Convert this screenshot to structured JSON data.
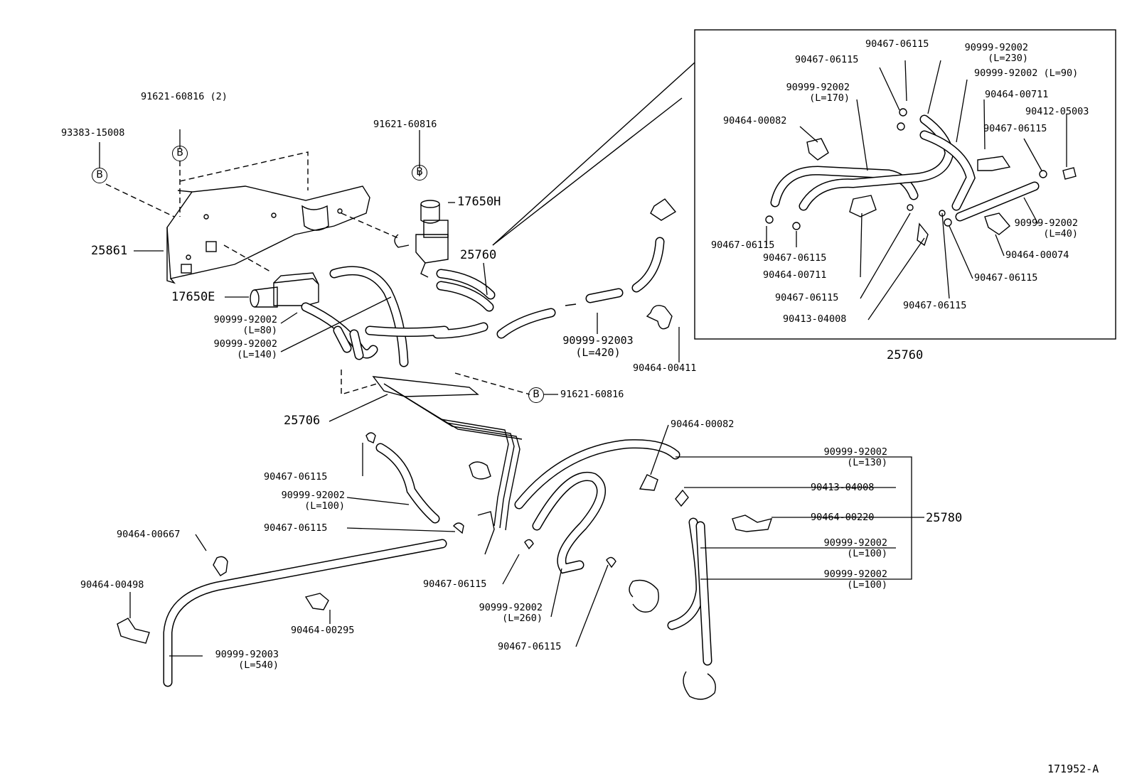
{
  "labels": {
    "p93383_15008": "93383-15008",
    "p91621_60816_2": "91621-60816 (2)",
    "p91621_60816_top": "91621-60816",
    "p17650H": "17650H",
    "p25861": "25861",
    "p25760_main": "25760",
    "p17650E": "17650E",
    "h1_part": "90999-92002",
    "h1_len": "(L=80)",
    "h2_part": "90999-92002",
    "h2_len": "(L=140)",
    "h3_part": "90999-92003",
    "h3_len": "(L=420)",
    "p90464_00411": "90464-00411",
    "p91621_60816_mid": "91621-60816",
    "p25706": "25706",
    "p90464_00082_mid": "90464-00082",
    "c1": "90467-06115",
    "h4_part": "90999-92002",
    "h4_len": "(L=100)",
    "c2": "90467-06115",
    "p90464_00667": "90464-00667",
    "p90464_00498": "90464-00498",
    "p90464_00295": "90464-00295",
    "h5_part": "90999-92003",
    "h5_len": "(L=540)",
    "c3": "90467-06115",
    "h6_part": "90999-92002",
    "h6_len": "(L=260)",
    "c4": "90467-06115",
    "g1_part": "90999-92002",
    "g1_len": "(L=130)",
    "g2": "90413-04008",
    "g3": "90464-00220",
    "g4_part": "90999-92002",
    "g4_len": "(L=100)",
    "g5_part": "90999-92002",
    "g5_len": "(L=100)",
    "p25780": "25780",
    "bolt_B": "B",
    "ins_c_top1": "90467-06115",
    "ins_c_top2": "90467-06115",
    "ins_h230_part": "90999-92002",
    "ins_h230_len": "(L=230)",
    "ins_h90": "90999-92002 (L=90)",
    "ins_h170_part": "90999-92002",
    "ins_h170_len": "(L=170)",
    "ins_p00711_r": "90464-00711",
    "ins_p05003": "90412-05003",
    "ins_p00082": "90464-00082",
    "ins_c_r1": "90467-06115",
    "ins_c_l1": "90467-06115",
    "ins_c_l2": "90467-06115",
    "ins_p00711_l": "90464-00711",
    "ins_h40_part": "90999-92002",
    "ins_h40_len": "(L=40)",
    "ins_p00074": "90464-00074",
    "ins_c_r2": "90467-06115",
    "ins_c_m1": "90467-06115",
    "ins_c_m2": "90467-06115",
    "ins_p04008": "90413-04008",
    "ins_25760": "25760",
    "figure_id": "171952-A"
  }
}
